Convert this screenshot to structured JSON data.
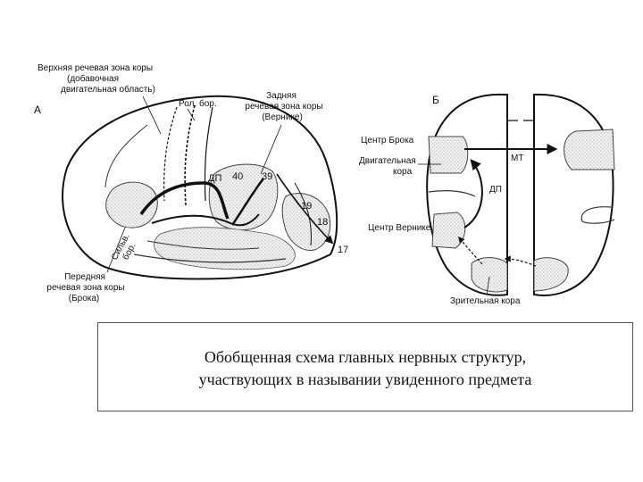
{
  "figure": {
    "panel_a": {
      "letter": "А",
      "labels": {
        "upper_zone": [
          "Верхняя речевая зона коры",
          "(добавочная",
          "двигательная область)"
        ],
        "rol_bor": "Рол. бор.",
        "posterior_zone": [
          "Задняя",
          "речевая зона коры",
          "(Вернике)"
        ],
        "dp": "ДП",
        "area_40": "40",
        "area_39": "39",
        "area_19": "19",
        "area_18": "18",
        "area_17": "17",
        "silv_bor": [
          "Сильв.",
          "бор."
        ],
        "anterior_zone": [
          "Передняя",
          "речевая зона коры",
          "(Брока)"
        ]
      }
    },
    "panel_b": {
      "letter": "Б",
      "labels": {
        "broca_center": "Центр Брока",
        "motor_cortex": [
          "Двигательная",
          "кора"
        ],
        "mt": "МТ",
        "dp": "ДП",
        "wernicke_center": "Центр Вернике",
        "visual_cortex": "Зрительная кора"
      }
    }
  },
  "caption": {
    "line1": "Обобщенная схема главных нервных структур,",
    "line2": "участвующих в назывании увиденного предмета"
  }
}
